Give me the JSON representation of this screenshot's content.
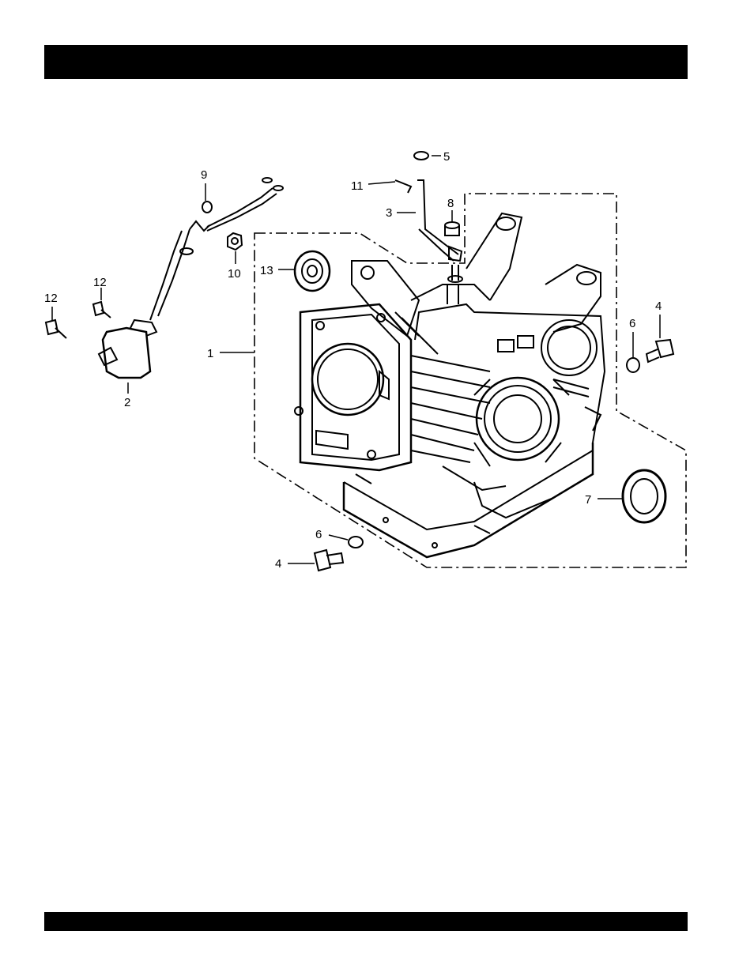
{
  "callouts": {
    "c1": "1",
    "c2": "2",
    "c3": "3",
    "c4a": "4",
    "c4b": "4",
    "c5": "5",
    "c6a": "6",
    "c6b": "6",
    "c7": "7",
    "c8": "8",
    "c9": "9",
    "c10": "10",
    "c11": "11",
    "c12a": "12",
    "c12b": "12",
    "c13": "13"
  }
}
